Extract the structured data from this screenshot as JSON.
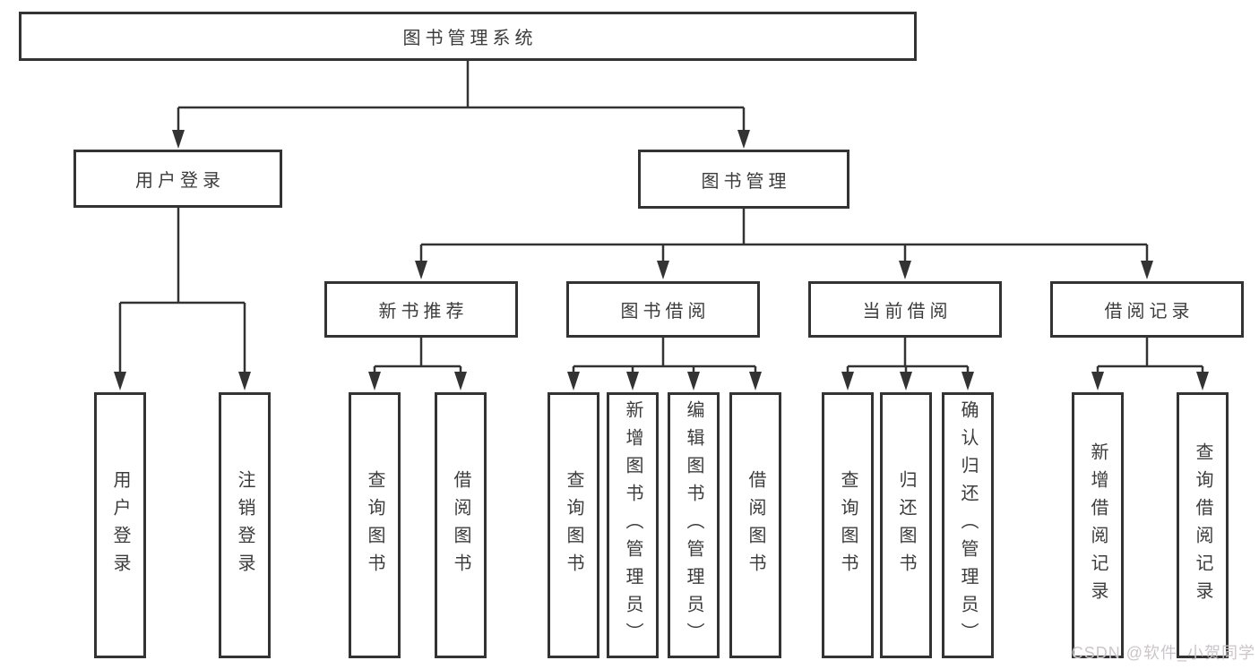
{
  "tree": {
    "root": {
      "label": "图书管理系统"
    },
    "children": [
      {
        "label": "用户登录",
        "children": [
          {
            "label": "用户登录"
          },
          {
            "label": "注销登录"
          }
        ]
      },
      {
        "label": "图书管理",
        "children": [
          {
            "label": "新书推荐",
            "children": [
              {
                "label": "查询图书"
              },
              {
                "label": "借阅图书"
              }
            ]
          },
          {
            "label": "图书借阅",
            "children": [
              {
                "label": "查询图书"
              },
              {
                "label": "新增图书（管理员）"
              },
              {
                "label": "编辑图书（管理员）"
              },
              {
                "label": "借阅图书"
              }
            ]
          },
          {
            "label": "当前借阅",
            "children": [
              {
                "label": "查询图书"
              },
              {
                "label": "归还图书"
              },
              {
                "label": "确认归还（管理员）"
              }
            ]
          },
          {
            "label": "借阅记录",
            "children": [
              {
                "label": "新增借阅记录"
              },
              {
                "label": "查询借阅记录"
              }
            ]
          }
        ]
      }
    ]
  },
  "watermark": {
    "text": "CSDN @软件_小贺同学"
  },
  "colors": {
    "line": "#333333",
    "box_border": "#333333",
    "text": "#3c3c3c",
    "background": "#ffffff",
    "watermark": "#ccc5c9"
  }
}
